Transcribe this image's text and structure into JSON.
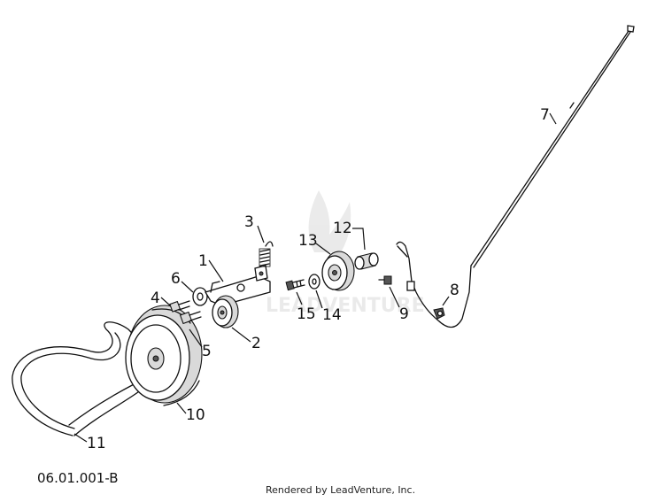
{
  "diagram": {
    "callouts": [
      "1",
      "2",
      "3",
      "4",
      "5",
      "6",
      "7",
      "8",
      "9",
      "10",
      "11",
      "12",
      "13",
      "14",
      "15"
    ],
    "document_number": "06.01.001-B",
    "credit": "Rendered by LeadVenture, Inc.",
    "watermark_text": "LEADVENTURE"
  }
}
